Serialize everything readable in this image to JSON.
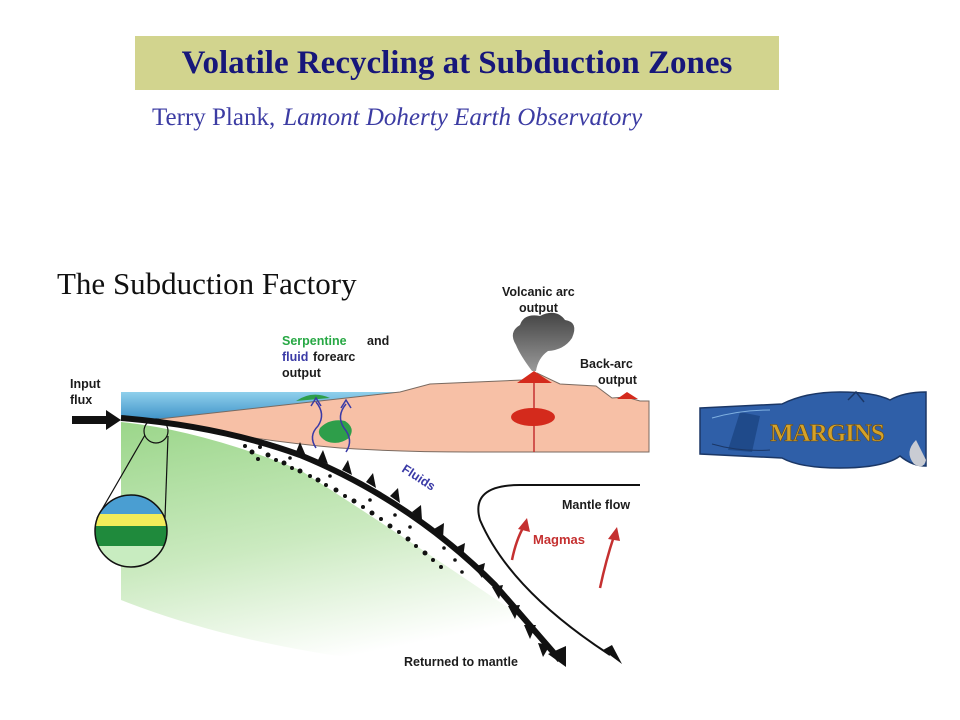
{
  "header": {
    "title": "Volatile Recycling at Subduction Zones",
    "author": "Terry Plank,",
    "institution": "Lamont Doherty Earth Observatory"
  },
  "section": {
    "subtitle": "The Subduction Factory"
  },
  "diagram": {
    "labels": {
      "input_flux_1": "Input",
      "input_flux_2": "flux",
      "serpentine": "Serpentine",
      "and": "and",
      "fluid": "fluid",
      "forearc": "forearc",
      "output": "output",
      "volcanic_1": "Volcanic arc",
      "volcanic_2": "output",
      "backarc_1": "Back-arc",
      "backarc_2": "output",
      "fluids": "Fluids",
      "mantle_flow": "Mantle flow",
      "magmas": "Magmas",
      "returned": "Returned to mantle"
    },
    "colors": {
      "ocean": "#5aaad8",
      "crust": "#f7c0a6",
      "mantle_wedge_green": "#2bb04b",
      "magma_red": "#d42a1c",
      "arrow_red": "#c53030",
      "slab": "#111111",
      "title_bg": "#d2d48e",
      "title_text": "#17177a"
    }
  },
  "logo": {
    "text": "MARGINS"
  }
}
